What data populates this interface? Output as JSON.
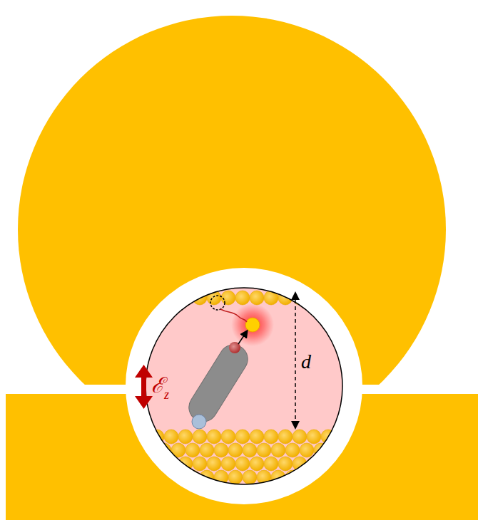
{
  "diagram": {
    "labels": [
      "ℰ",
      "z",
      "d"
    ]
  }
}
